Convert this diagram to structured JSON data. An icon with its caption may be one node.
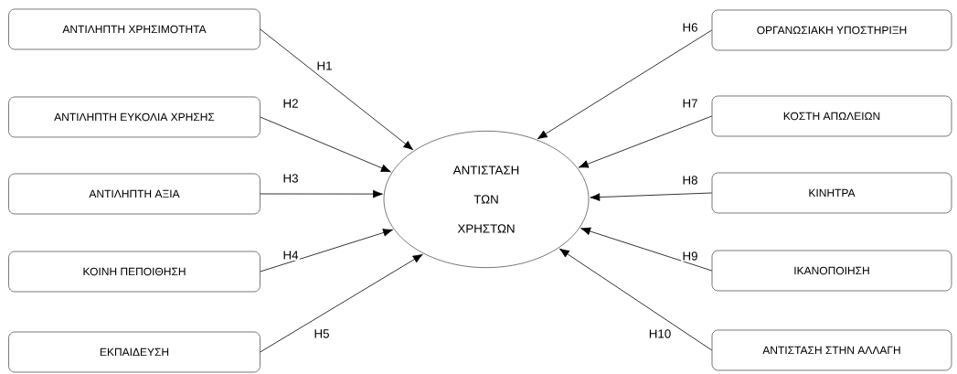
{
  "diagram": {
    "nodes": [
      {
        "text": [
          "ΑΝΤΙΛΗΠΤΗ ΧΡΗΣΙΜΟΤΗΤΑ"
        ]
      },
      {
        "text": [
          "ΑΝΤΙΛΗΠΤΗ ΕΥΚΟΛΙΑ ΧΡΗΣΗΣ"
        ]
      },
      {
        "text": [
          "ΑΝΤΙΛΗΠΤΗ ΑΞΙΑ"
        ]
      },
      {
        "text": [
          "ΚΟΙΝΗ ΠΕΠΟΙΘΗΣΗ"
        ]
      },
      {
        "text": [
          "ΕΚΠΑΙΔΕΥΣΗ"
        ]
      },
      {
        "text": [
          "ΑΝΤΙΣΤΑΣΗ ΤΩΝ ΧΡΗΣΤΩΝ"
        ]
      },
      {
        "text": [
          "ΟΡΓΑΝΩΣΙΑΚΗ ΥΠΟΣΤΗΡΙΞΗ"
        ]
      },
      {
        "text": [
          "ΚΟΣΤΗ ΑΠΩΛΕΙΩΝ"
        ]
      },
      {
        "text": [
          "ΚΙΝΗΤΡΑ"
        ]
      },
      {
        "text": [
          "ΙΚΑΝΟΠΟΙΗΣΗ"
        ]
      },
      {
        "text": [
          "ΑΝΤΙΣΤΑΣΗ ΣΤΗΝ ΑΛΛΑΓΗ"
        ]
      }
    ],
    "edges": [
      {
        "from": 0,
        "to": 5,
        "arrow": "to",
        "label": "H1"
      },
      {
        "from": 1,
        "to": 5,
        "arrow": "to",
        "label": "H2"
      },
      {
        "from": 2,
        "to": 5,
        "arrow": "to",
        "label": "H3"
      },
      {
        "from": 3,
        "to": 5,
        "arrow": "to",
        "label": "H4"
      },
      {
        "from": 4,
        "to": 5,
        "arrow": "to",
        "label": "H5"
      },
      {
        "from": 6,
        "to": 5,
        "arrow": "to",
        "label": "H6"
      },
      {
        "from": 7,
        "to": 5,
        "arrow": "to",
        "label": "H7"
      },
      {
        "from": 8,
        "to": 5,
        "arrow": "to",
        "label": "H8"
      },
      {
        "from": 9,
        "to": 5,
        "arrow": "to",
        "label": "H9"
      },
      {
        "from": 10,
        "to": 5,
        "arrow": "to",
        "label": "H10"
      }
    ]
  }
}
